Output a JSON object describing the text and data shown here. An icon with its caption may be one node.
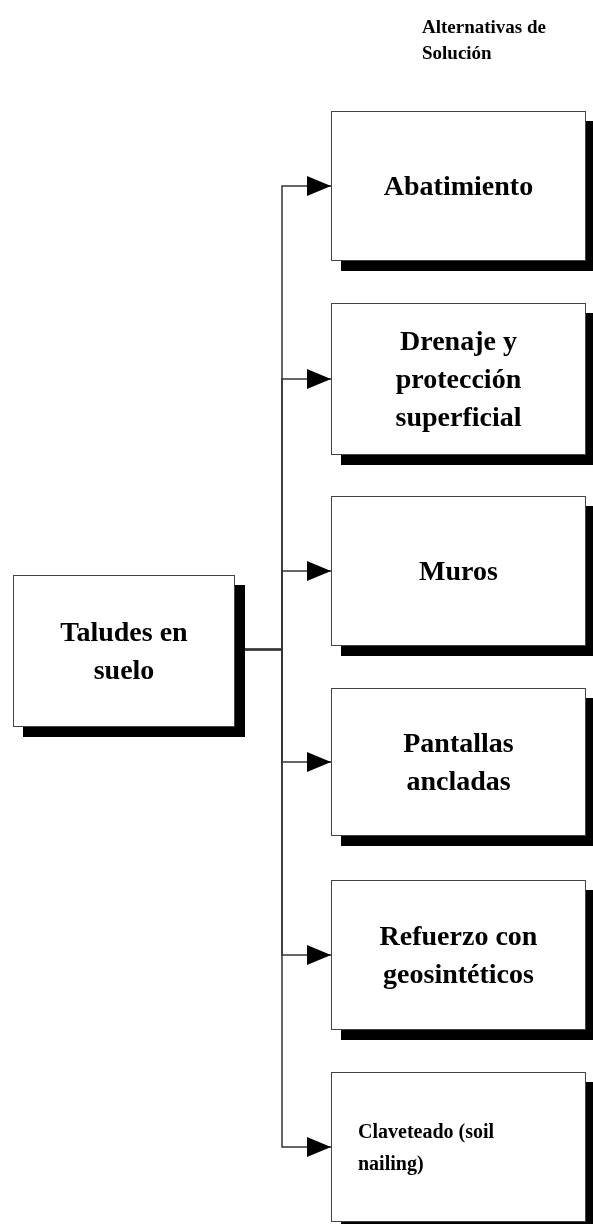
{
  "diagram": {
    "title": "Alternativas de Solución",
    "nodes": [
      {
        "text": [
          "Taludes en suelo"
        ]
      },
      {
        "text": [
          "Abatimiento"
        ]
      },
      {
        "text": [
          "Drenaje y protección superficial"
        ]
      },
      {
        "text": [
          "Muros"
        ]
      },
      {
        "text": [
          "Pantallas ancladas"
        ]
      },
      {
        "text": [
          "Refuerzo con geosintéticos"
        ]
      },
      {
        "text": [
          "Claveteado (soil nailing)"
        ]
      }
    ],
    "edges": [
      {
        "from": 0,
        "to": 1,
        "arrow": "to"
      },
      {
        "from": 0,
        "to": 2,
        "arrow": "to"
      },
      {
        "from": 0,
        "to": 3,
        "arrow": "to"
      },
      {
        "from": 0,
        "to": 4,
        "arrow": "to"
      },
      {
        "from": 0,
        "to": 5,
        "arrow": "to"
      },
      {
        "from": 0,
        "to": 6,
        "arrow": "to"
      }
    ]
  }
}
